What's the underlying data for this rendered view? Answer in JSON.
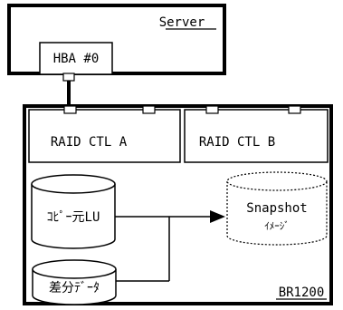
{
  "server": {
    "label": "Server"
  },
  "hba": {
    "label": "HBA #0"
  },
  "storage": {
    "label": "BR1200"
  },
  "controllers": [
    {
      "label": "RAID CTL A"
    },
    {
      "label": "RAID CTL B"
    }
  ],
  "copy_source_lu": {
    "label": "ｺﾋﾟｰ元LU"
  },
  "diff_data": {
    "label": "差分ﾃﾞｰﾀ"
  },
  "snapshot": {
    "line1": "Snapshot",
    "line2": "ｲﾒｰｼﾞ"
  }
}
